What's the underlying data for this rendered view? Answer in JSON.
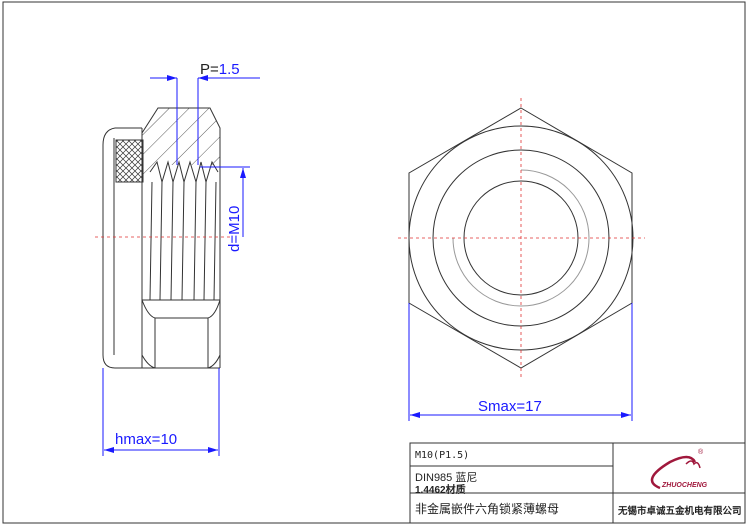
{
  "dimensions": {
    "pitch": {
      "prefix": "P=",
      "value": "1.5"
    },
    "diameter": {
      "label": "d=M10"
    },
    "height": {
      "label": "hmax=10"
    },
    "width_across_flats": {
      "label": "Smax=17"
    }
  },
  "title_block": {
    "size": "M10(P1.5)",
    "standard": "DIN985 蓝尼",
    "material": "1.4462材质",
    "description": "非金属嵌件六角锁紧薄螺母",
    "company": "无锡市卓诚五金机电有限公司",
    "logo_text": "ZHUOCHENG"
  },
  "colors": {
    "dimension": "#1a1aff",
    "centerline": "#e03030",
    "logo": "#a0183c"
  }
}
